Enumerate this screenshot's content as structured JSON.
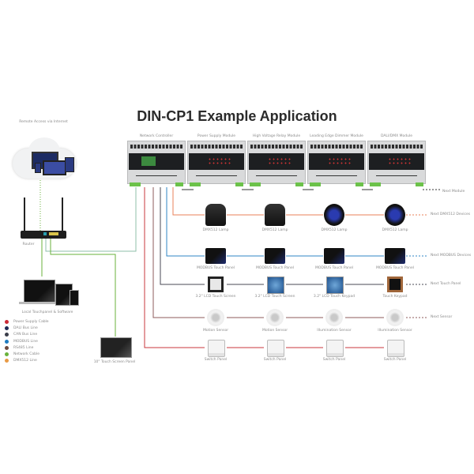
{
  "title": "DIN-CP1 Example Application",
  "cloud_label": "Remote Access via Internet",
  "router_label": "Router",
  "local_devices_label": "Local Touchpanel & Software",
  "touchscreen_label": "10\" Touch Screen Panel",
  "modules": [
    {
      "label": "Network Controller"
    },
    {
      "label": "Power Supply Module"
    },
    {
      "label": "High Voltage Relay Module"
    },
    {
      "label": "Leading Edge Dimmer Module"
    },
    {
      "label": "DALI/DMX Module"
    }
  ],
  "next_module_label": "Next Module",
  "rows": [
    {
      "bus": "DMX512",
      "color": "#e8825a",
      "devices": [
        "DMX512 Lamp",
        "DMX512 Lamp",
        "DMX512 Lamp",
        "DMX512 Lamp"
      ],
      "next_label": "Next DMX512 Devices"
    },
    {
      "bus": "MODBUS",
      "color": "#2f86c4",
      "devices": [
        "MODBUS Touch Panel",
        "MODBUS Touch Panel",
        "MODBUS Touch Panel",
        "MODBUS Touch Panel"
      ],
      "next_label": "Next MODBUS Devices"
    },
    {
      "bus": "RS485",
      "color": "#4a4a55",
      "devices": [
        "3.2\" LCD Touch Screen",
        "3.2\" LCD Touch Screen",
        "3.2\" LCD Touch Keypad",
        "Touch Keypad"
      ],
      "next_label": "Next Touch Panel"
    },
    {
      "bus": "Sensor",
      "color": "#8d5b5b",
      "devices": [
        "Motion Sensor",
        "Motion Sensor",
        "Illumination Sensor",
        "Illumination Sensor"
      ],
      "next_label": "Next Sensor"
    },
    {
      "bus": "Switch",
      "color": "#c9373c",
      "devices": [
        "Switch Panel",
        "Switch Panel",
        "Switch Panel",
        "Switch Panel"
      ],
      "next_label": ""
    }
  ],
  "legend": [
    {
      "label": "Power Supply Cable",
      "color": "#cc2a36"
    },
    {
      "label": "DALI Bus Line",
      "color": "#1f2a55"
    },
    {
      "label": "CAN Bus Line",
      "color": "#3a3d4a"
    },
    {
      "label": "MODBUS Line",
      "color": "#1f7bc0"
    },
    {
      "label": "RS485 Line",
      "color": "#6f4a3e"
    },
    {
      "label": "Network Cable",
      "color": "#6ab23b"
    },
    {
      "label": "DMX512 Line",
      "color": "#e89a45"
    }
  ]
}
